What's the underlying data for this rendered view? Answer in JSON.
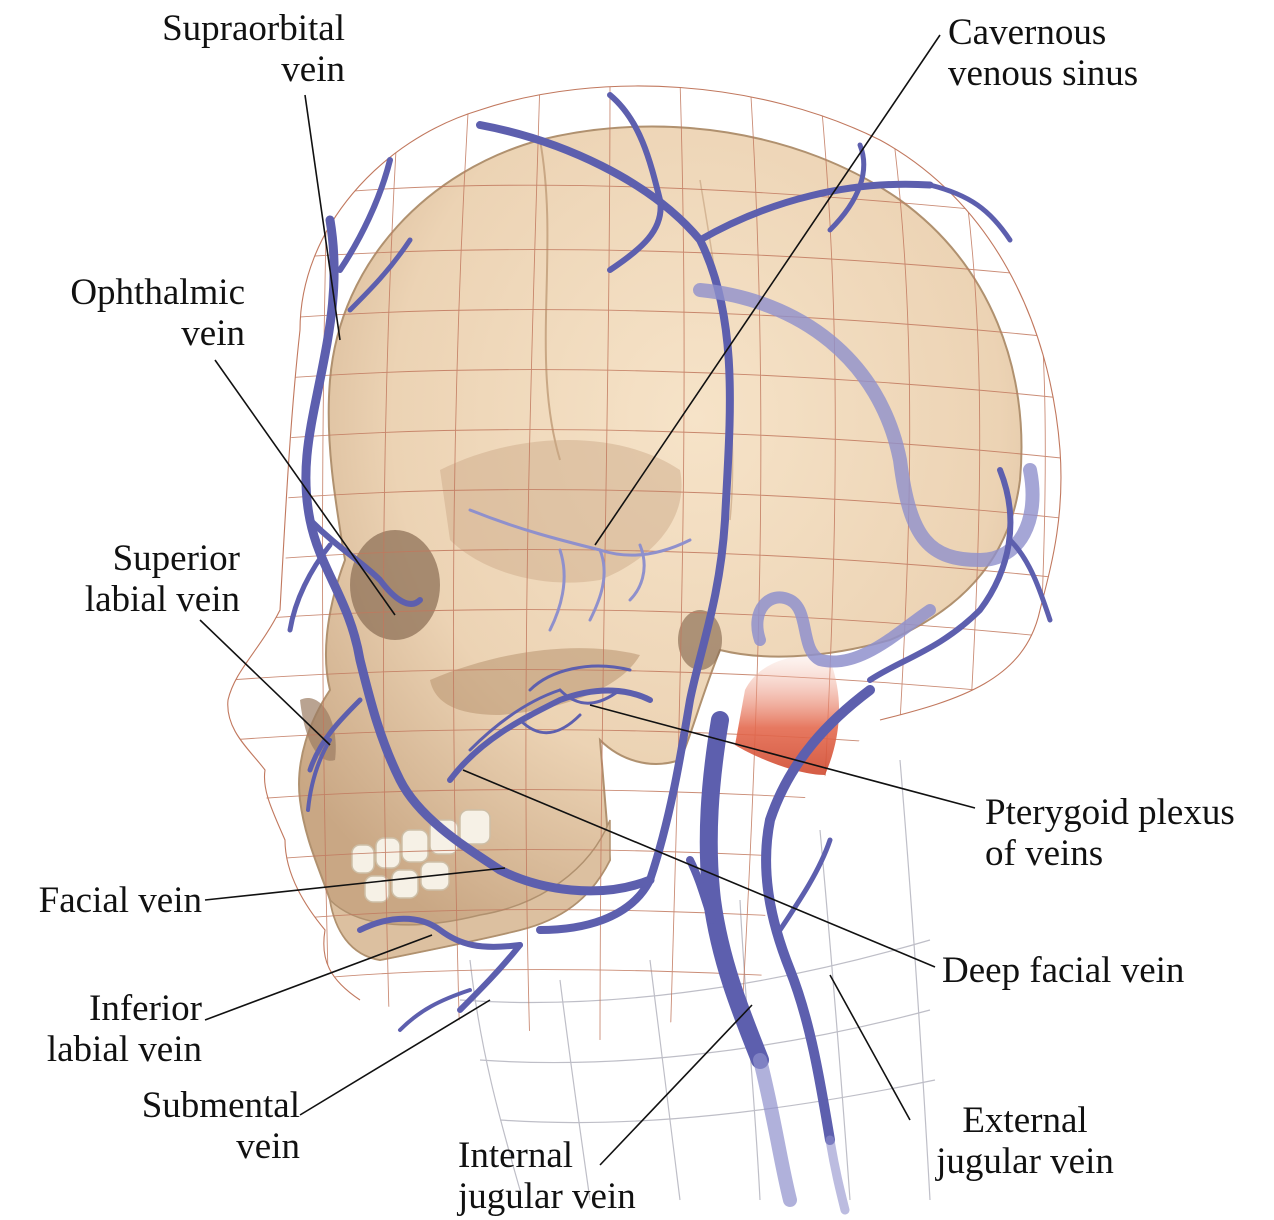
{
  "labels": {
    "supraorbital": {
      "line1": "Supraorbital",
      "line2": "vein"
    },
    "cavernous": {
      "line1": "Cavernous",
      "line2": "venous sinus"
    },
    "ophthalmic": {
      "line1": "Ophthalmic",
      "line2": "vein"
    },
    "superior_labial": {
      "line1": "Superior",
      "line2": "labial vein"
    },
    "pterygoid": {
      "line1": "Pterygoid plexus",
      "line2": "of veins"
    },
    "facial": {
      "line1": "Facial vein"
    },
    "deep_facial": {
      "line1": "Deep facial vein"
    },
    "inferior_labial": {
      "line1": "Inferior",
      "line2": "labial vein"
    },
    "submental": {
      "line1": "Submental",
      "line2": "vein"
    },
    "external_jugular": {
      "line1": "External",
      "line2": "jugular vein"
    },
    "internal_jugular": {
      "line1": "Internal",
      "line2": "jugular vein"
    }
  },
  "colors": {
    "skull": "#ecd3b4",
    "skull_shadow": "#c9a784",
    "vein": "#5d5fae",
    "vein_light": "#8f90cc",
    "mesh": "#c1785e",
    "neck_mesh": "#8a8a9a",
    "teeth": "#f6f1e6",
    "muscle": "#e46a4f"
  }
}
